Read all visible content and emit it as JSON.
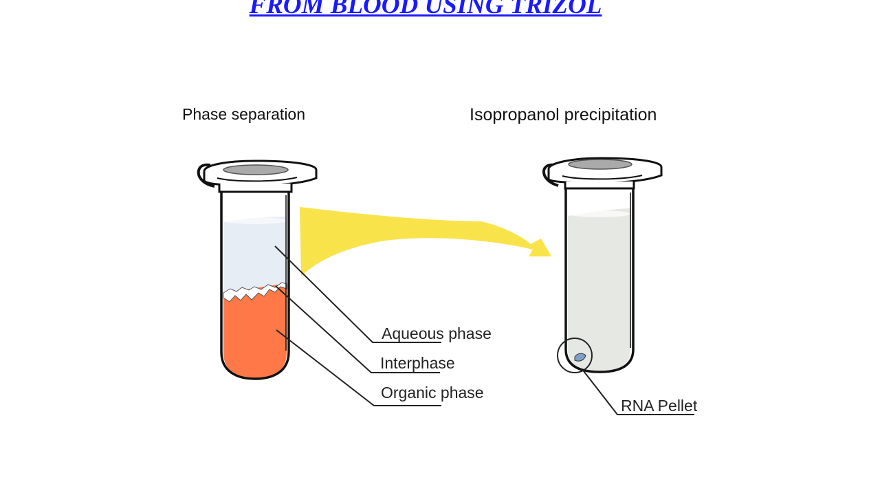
{
  "title": {
    "text": "FROM BLOOD USING TRIZOL"
  },
  "colors": {
    "title": "#1a1aff",
    "outline": "#111111",
    "aqueous": "#e6edf5",
    "organic": "#ff7847",
    "arrow": "#f9e34b",
    "precipitation_fluid": "#e6e8e4",
    "pellet": "#7f9fc9",
    "cap_top": "#aaaaaa"
  },
  "diagram": {
    "left_heading": "Phase separation",
    "right_heading": "Isopropanol precipitation",
    "labels": {
      "aqueous": "Aqueous phase",
      "interphase": "Interphase",
      "organic": "Organic phase",
      "pellet": "RNA Pellet"
    }
  }
}
